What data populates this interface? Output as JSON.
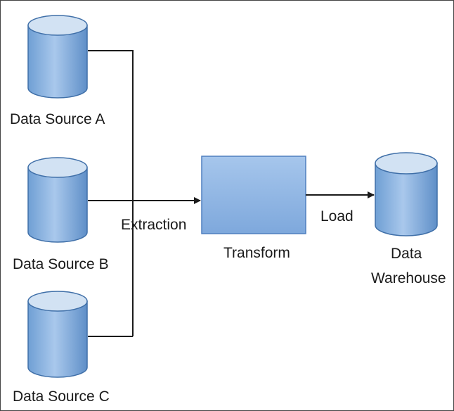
{
  "diagram": {
    "sources": [
      {
        "label": "Data Source A"
      },
      {
        "label": "Data Source B"
      },
      {
        "label": "Data Source C"
      }
    ],
    "extraction_label": "Extraction",
    "transform_label": "Transform",
    "load_label": "Load",
    "warehouse_label_line1": "Data",
    "warehouse_label_line2": "Warehouse"
  },
  "colors": {
    "cylinder_top": "#cfe0f2",
    "cylinder_body": "#7fa8d8",
    "cylinder_stroke": "#3f6fa8",
    "box_fill": "#8fb6e3",
    "box_stroke": "#4f7fbf",
    "line": "#1a1a1a"
  }
}
